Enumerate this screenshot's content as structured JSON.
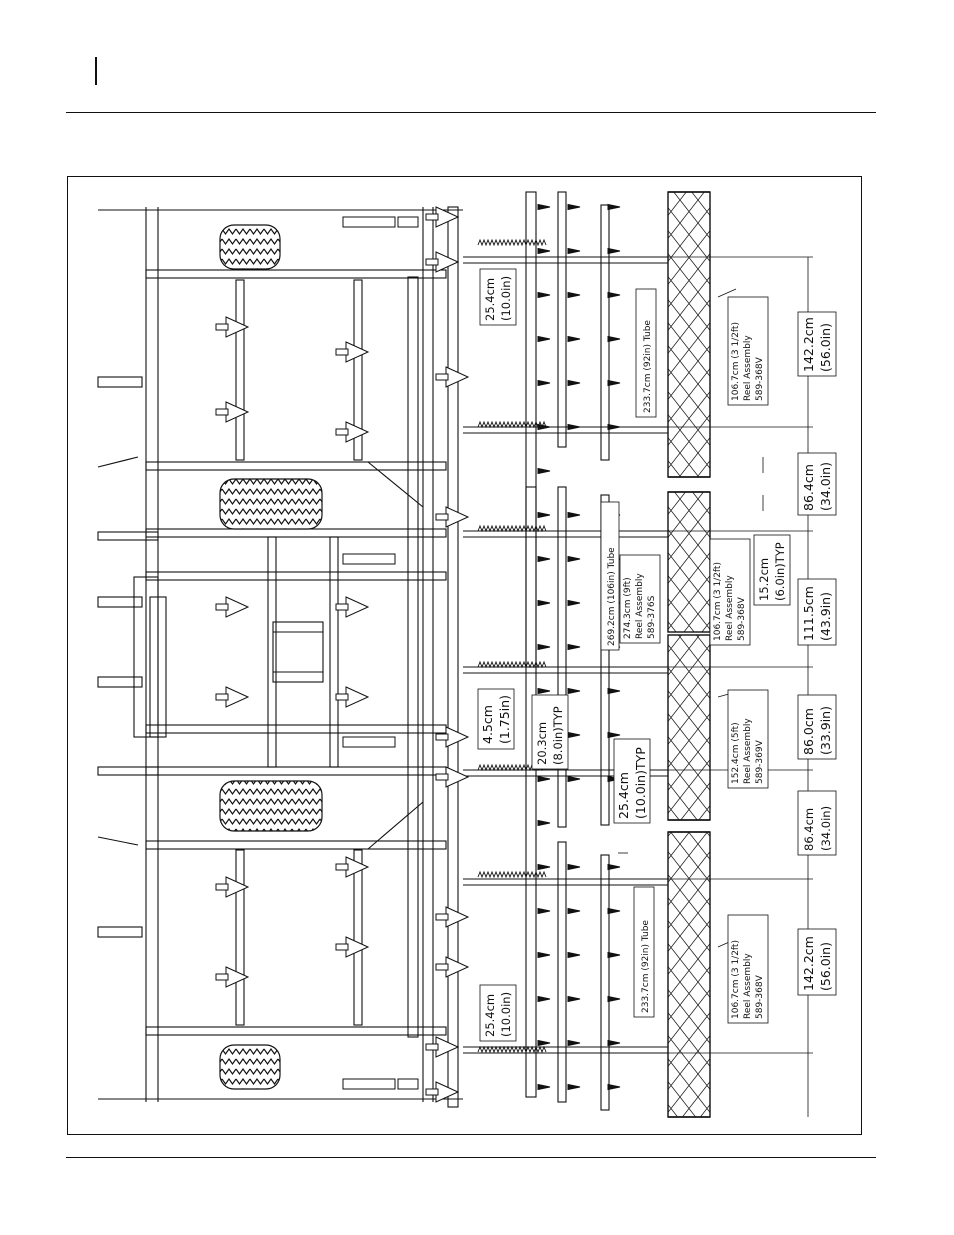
{
  "labels": {
    "tube_92_top": "233.7cm (92in) Tube",
    "reel_top": [
      "106.7cm (3 1/2ft)",
      "Reel Assembly",
      "589-368V"
    ],
    "dim_25_top": [
      "25.4cm",
      "(10.0in)"
    ],
    "dim_142_top": [
      "142.2cm",
      "(56.0in)"
    ],
    "dim_86_top": [
      "86.4cm",
      "(34.0in)"
    ],
    "tube_106": "269.2cm (106in) Tube",
    "reel_9ft": [
      "274.3cm (9ft)",
      "Reel Assembly",
      "589-376S"
    ],
    "dim_15": [
      "15.2cm",
      "(6.0in)TYP"
    ],
    "reel_mid_upper": [
      "106.7cm (3 1/2ft)",
      "Reel Assembly",
      "589-368V"
    ],
    "dim_111": [
      "111.5cm",
      "(43.9in)"
    ],
    "dim_4_5": [
      "4.5cm",
      "(1.75in)"
    ],
    "dim_20": [
      "20.3cm",
      "(8.0in)TYP"
    ],
    "reel_5ft": [
      "152.4cm (5ft)",
      "Reel Assembly",
      "589-369V"
    ],
    "dim_86_mid": [
      "86.0cm",
      "(33.9in)"
    ],
    "dim_25_mid": [
      "25.4cm",
      "(10.0in)TYP"
    ],
    "dim_86_bottom": [
      "86.4cm",
      "(34.0in)"
    ],
    "tube_92_bottom": "233.7cm (92in) Tube",
    "reel_bottom": [
      "106.7cm (3 1/2ft)",
      "Reel Assembly",
      "589-368V"
    ],
    "dim_142_bottom": [
      "142.2cm",
      "(56.0in)"
    ],
    "dim_25_bottom": [
      "25.4cm",
      "(10.0in)"
    ]
  }
}
